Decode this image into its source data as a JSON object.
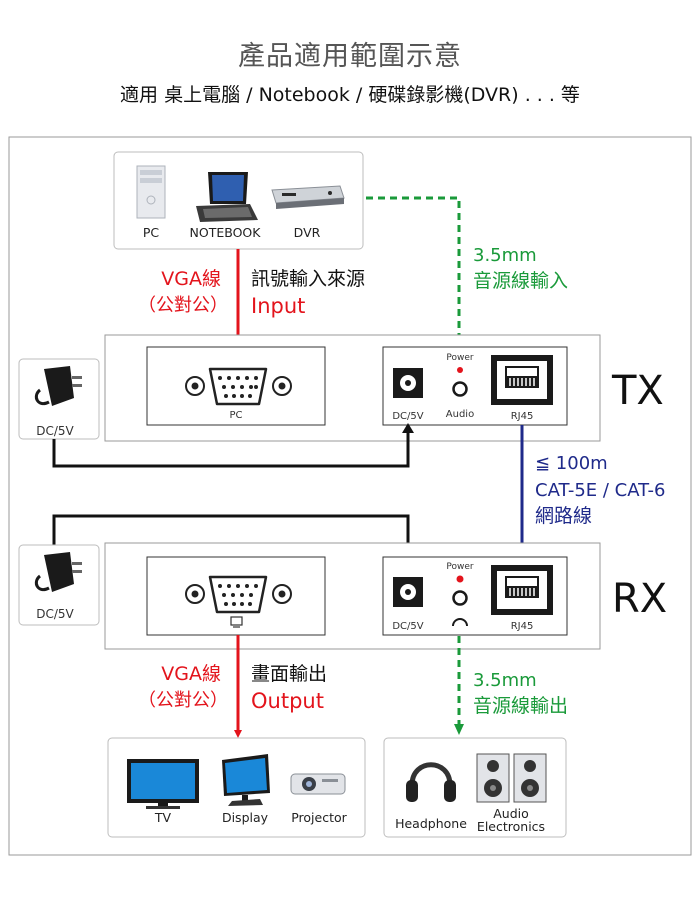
{
  "header": {
    "title": "產品適用範圍示意",
    "subtitle": "適用 桌上電腦 / Notebook / 硬碟錄影機(DVR) . . . 等"
  },
  "sources": {
    "pc": "PC",
    "notebook": "NOTEBOOK",
    "dvr": "DVR"
  },
  "input_link": {
    "cable": "VGA線",
    "cable_note": "（公對公）",
    "desc": "訊號輸入來源",
    "dir": "Input"
  },
  "audio_in": {
    "size": "3.5mm",
    "desc": "音源線輸入"
  },
  "tx": {
    "label": "TX",
    "vga_port": "PC",
    "power": "Power",
    "dc": "DC/5V",
    "audio": "Audio",
    "rj45": "RJ45"
  },
  "adapter_tx": "DC/5V",
  "network": {
    "distance": "≦ 100m",
    "cable_type": "CAT-5E / CAT-6",
    "desc": "網路線"
  },
  "rx": {
    "label": "RX",
    "power": "Power",
    "dc": "DC/5V",
    "rj45": "RJ45"
  },
  "adapter_rx": "DC/5V",
  "output_link": {
    "cable": "VGA線",
    "cable_note": "（公對公）",
    "desc": "畫面輸出",
    "dir": "Output"
  },
  "audio_out": {
    "size": "3.5mm",
    "desc": "音源線輸出"
  },
  "displays": {
    "tv": "TV",
    "display": "Display",
    "projector": "Projector"
  },
  "audio_devices": {
    "headphone": "Headphone",
    "electronics_line1": "Audio",
    "electronics_line2": "Electronics"
  },
  "colors": {
    "red": "#e3141c",
    "green": "#1a9a3a",
    "navy": "#1f2a8a",
    "black": "#111111"
  }
}
